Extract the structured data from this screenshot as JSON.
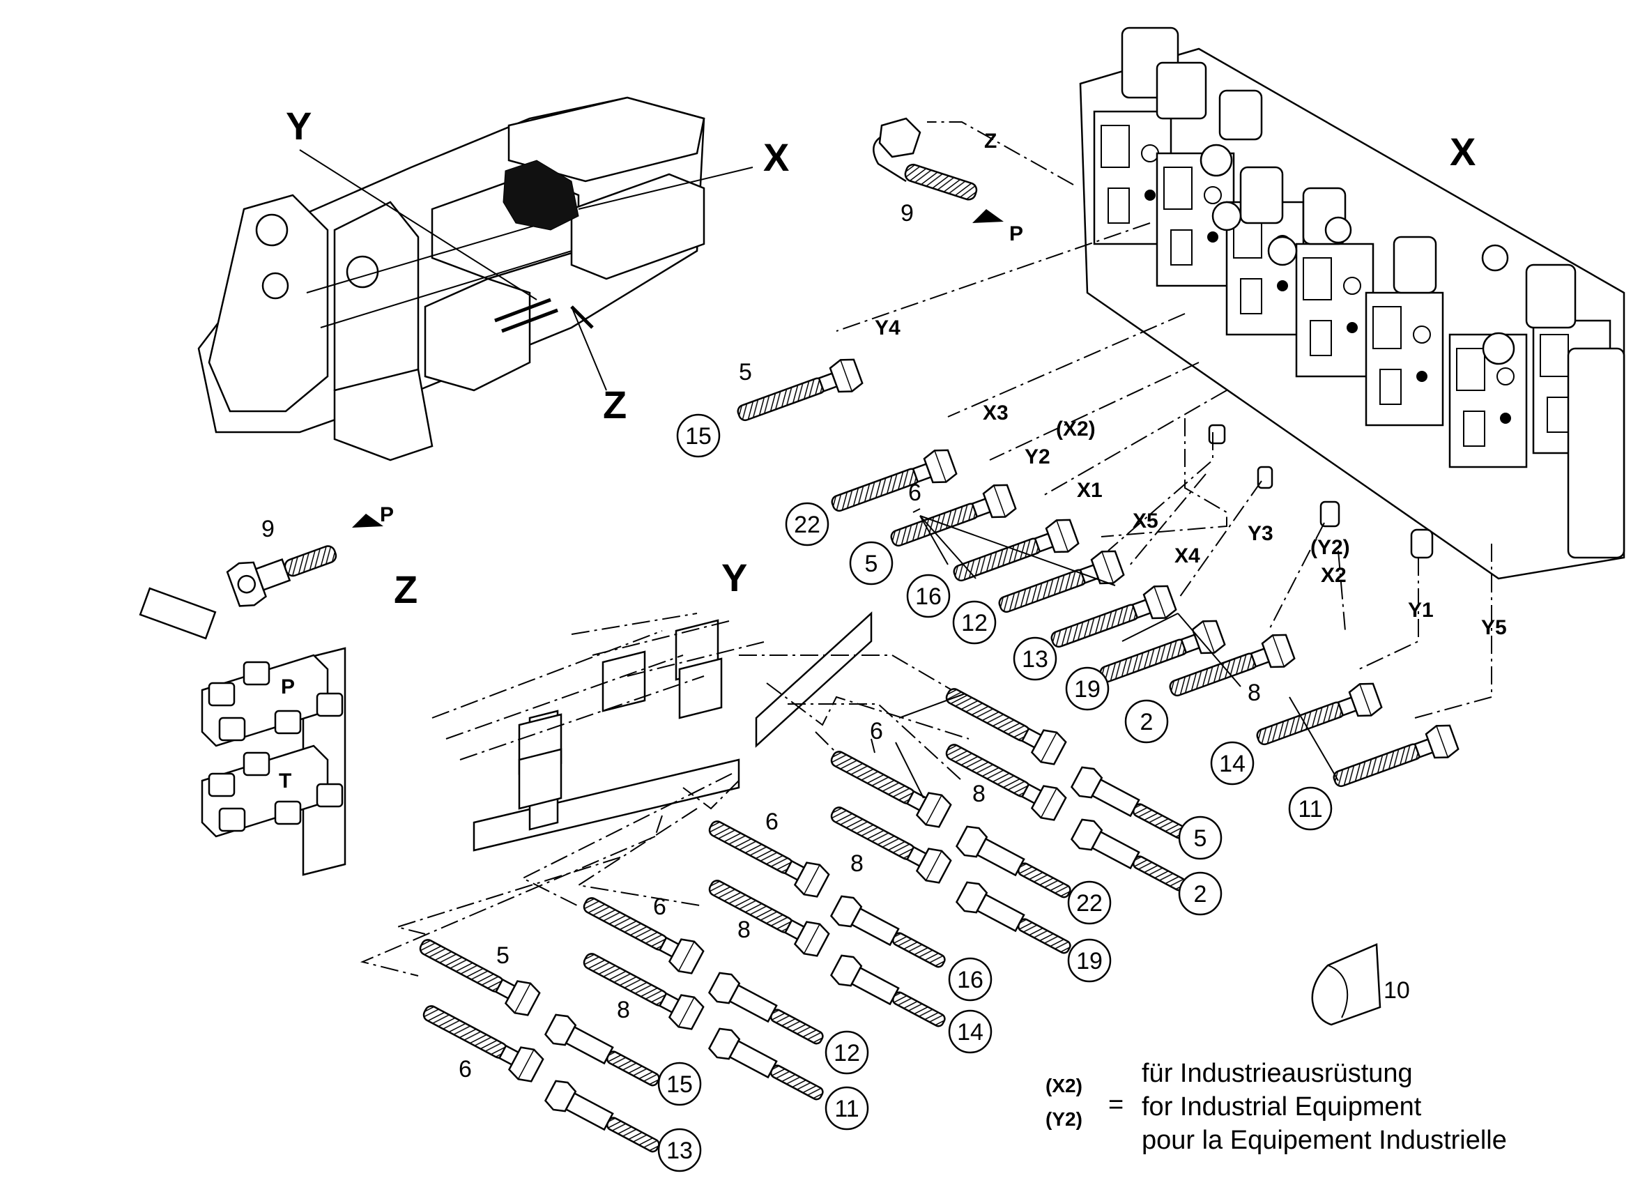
{
  "views": {
    "x": "X",
    "y": "Y",
    "z": "Z"
  },
  "ports": {
    "p": "P",
    "t": "T",
    "z_line": "Z",
    "y4": "Y4",
    "x3": "X3",
    "x2_opt": "(X2)",
    "y2": "Y2",
    "x1": "X1",
    "x5": "X5",
    "x4": "X4",
    "y3": "Y3",
    "y2_opt": "(Y2)",
    "x2": "X2",
    "y1": "Y1",
    "y5": "Y5"
  },
  "part_numbers": {
    "n2": "2",
    "n5": "5",
    "n6": "6",
    "n8": "8",
    "n9": "9",
    "n10": "10",
    "n11": "11",
    "n12": "12",
    "n13": "13",
    "n14": "14",
    "n15": "15",
    "n16": "16",
    "n19": "19",
    "n22": "22"
  },
  "legend": {
    "codes": [
      "(X2)",
      "(Y2)"
    ],
    "equals": "=",
    "lines": [
      "für Industrieausrüstung",
      "for Industrial Equipment",
      "pour la Equipement Industrielle"
    ]
  }
}
